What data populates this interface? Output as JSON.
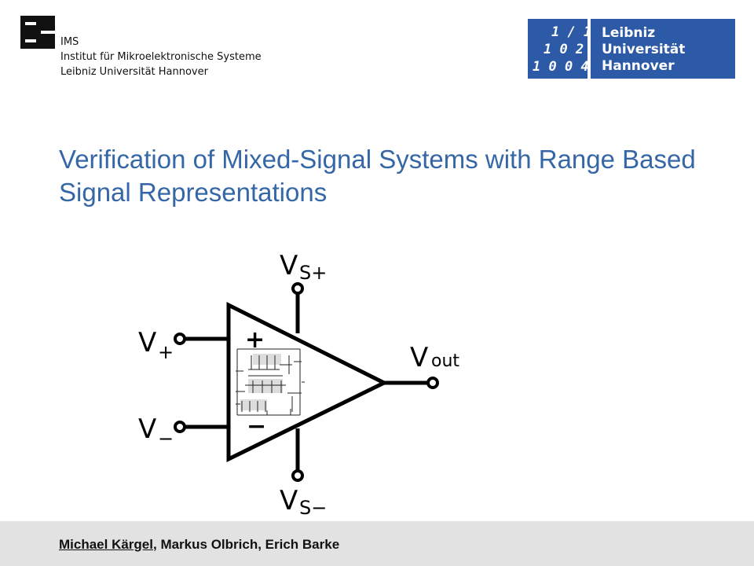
{
  "header": {
    "institute_lines": [
      "IMS",
      "Institut für Mikroelektronische Systeme",
      "Leibniz Universität Hannover"
    ],
    "university_logo": {
      "number_rows": [
        "1 / 1",
        "1 0 2",
        "1 0 0 4"
      ],
      "name_lines": [
        "Leibniz",
        "Universität",
        "Hannover"
      ],
      "color": "#2d5aa6"
    }
  },
  "title": "Verification of Mixed-Signal Systems with Range Based Signal Representations",
  "diagram": {
    "labels": {
      "vs_plus": "V",
      "vs_plus_sub": "S+",
      "vs_minus": "V",
      "vs_minus_sub": "S−",
      "v_plus": "V",
      "v_plus_sub": "+",
      "v_minus": "V",
      "v_minus_sub": "−",
      "v_out": "V",
      "v_out_sub": "out",
      "plus_sign": "+",
      "minus_sign": "−"
    }
  },
  "footer": {
    "presenter": "Michael Kärgel",
    "coauthors": ", Markus Olbrich, Erich Barke"
  }
}
